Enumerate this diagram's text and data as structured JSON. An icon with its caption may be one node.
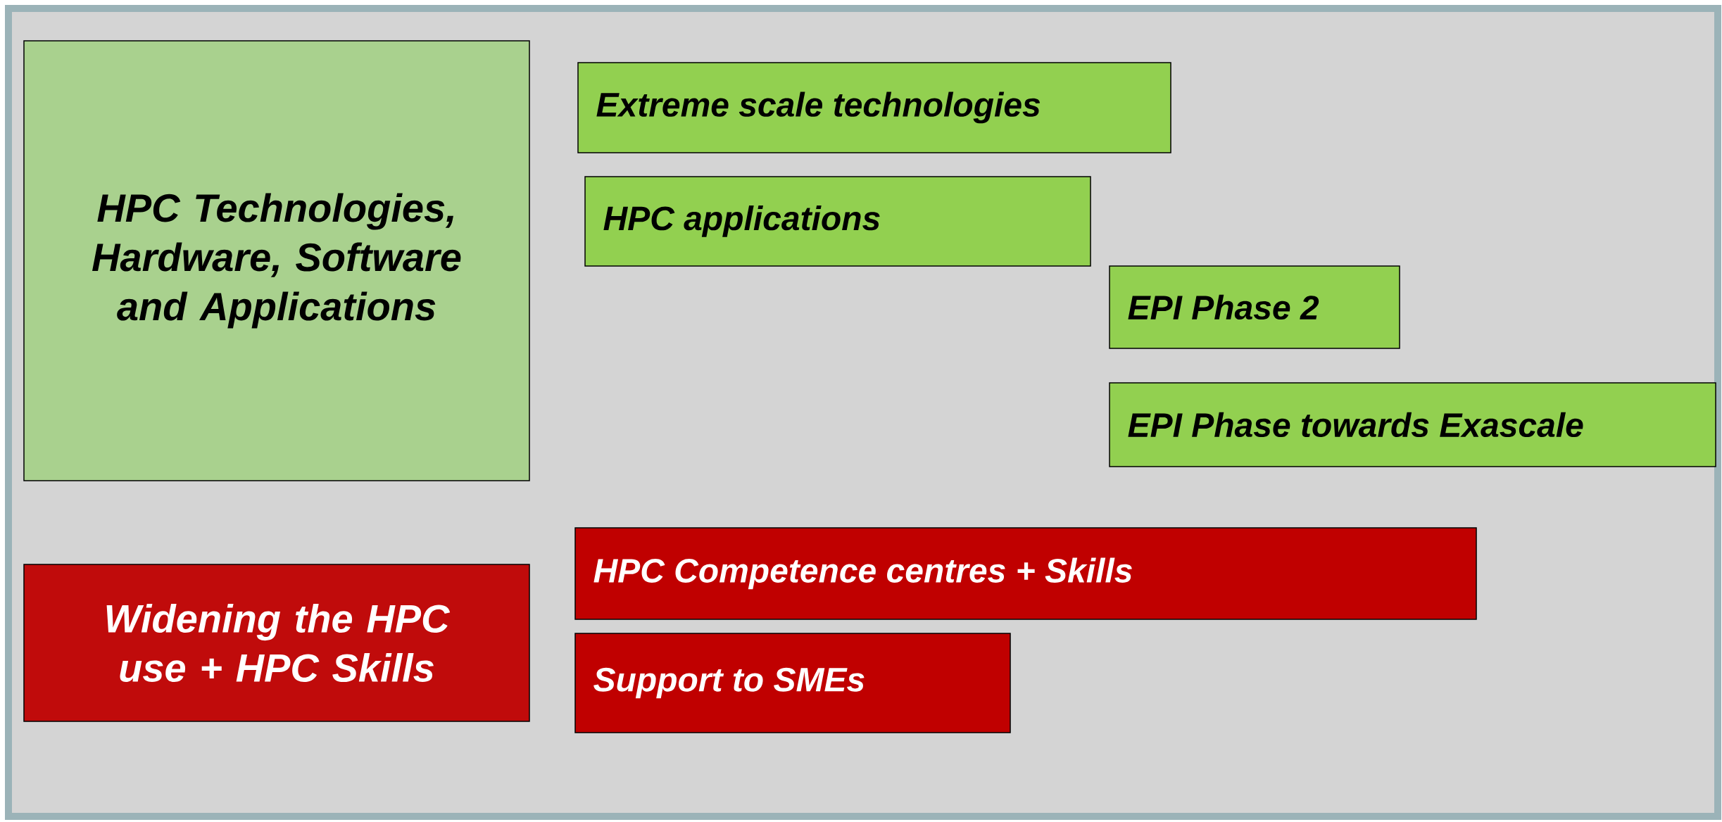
{
  "diagram": {
    "nodes": [
      {
        "text": [
          "HPC Technologies, Hardware, Software and Applications"
        ]
      },
      {
        "text": [
          "Extreme scale technologies"
        ]
      },
      {
        "text": [
          "HPC applications"
        ]
      },
      {
        "text": [
          "EPI Phase 2"
        ]
      },
      {
        "text": [
          "EPI Phase towards Exascale"
        ]
      },
      {
        "text": [
          "Widening the HPC use + HPC Skills"
        ]
      },
      {
        "text": [
          "HPC Competence centres + Skills"
        ]
      },
      {
        "text": [
          "Support to SMEs"
        ]
      }
    ]
  }
}
